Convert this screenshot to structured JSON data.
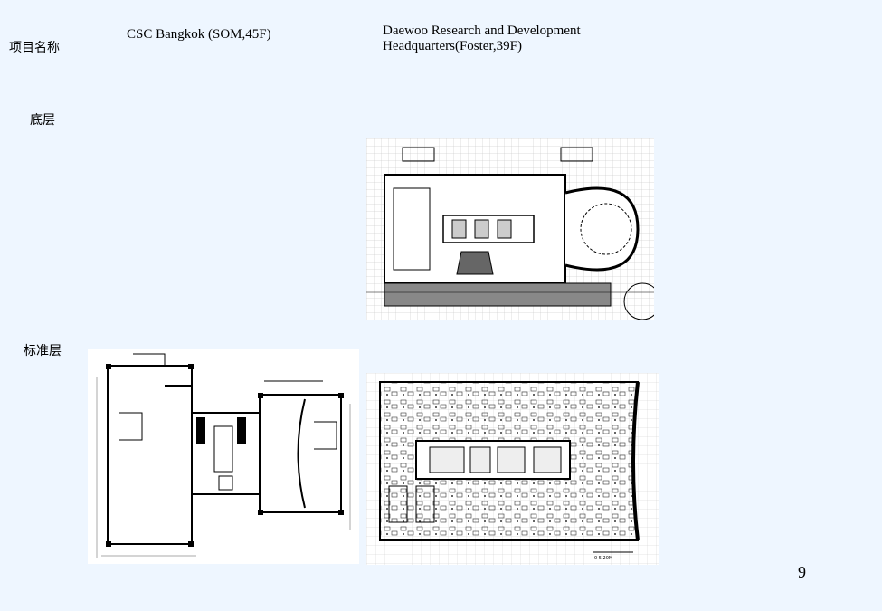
{
  "row_labels": {
    "project_name": "项目名称",
    "ground_floor": "底层",
    "typical_floor": "标准层"
  },
  "projects": [
    {
      "title": "CSC Bangkok (SOM,45F)"
    },
    {
      "title_line1": "Daewoo Research and Development",
      "title_line2": "Headquarters(Foster,39F)"
    }
  ],
  "scale_bar_text": "0   5   20M",
  "page_number": "9"
}
